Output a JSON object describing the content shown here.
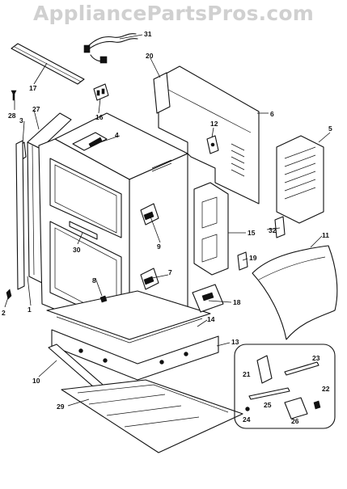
{
  "watermark": "AppliancePartsPros.com",
  "callouts": {
    "c1": "1",
    "c2": "2",
    "c3": "3",
    "c4": "4",
    "c5": "5",
    "c6": "6",
    "c7": "7",
    "c8": "8",
    "c9": "9",
    "c10": "10",
    "c11": "11",
    "c12": "12",
    "c13": "13",
    "c14": "14",
    "c15": "15",
    "c16": "16",
    "c17": "17",
    "c18": "18",
    "c19": "19",
    "c20": "20",
    "c21": "21",
    "c22": "22",
    "c23": "23",
    "c24": "24",
    "c25": "25",
    "c26": "26",
    "c27": "27",
    "c28": "28",
    "c29": "29",
    "c30": "30",
    "c31": "31",
    "c32": "32"
  }
}
